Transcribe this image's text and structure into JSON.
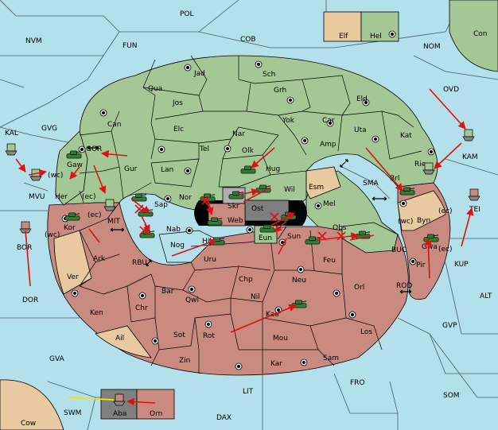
{
  "colors": {
    "sea": "#b3e0eb",
    "green_power": "#a3c895",
    "red_power": "#c98a80",
    "neutral": "#e8c9a0",
    "order_arrow": "#dd1111",
    "support_arrow": "#f2e600",
    "army": "#2e7d32"
  },
  "seas": {
    "pol": "POL",
    "nvm": "NVM",
    "fun": "FUN",
    "cob": "COB",
    "nom": "NOM",
    "con": "Con",
    "ovd": "OVD",
    "kal": "KAL",
    "gvg": "GVG",
    "mvu": "MVU",
    "kam": "KAM",
    "sma": "SMA",
    "mit": "MIT",
    "gor": "GOR",
    "bor": "BOR",
    "kup": "KUP",
    "tei": "TEI",
    "buc": "BUC",
    "rod": "ROD",
    "alt": "ALT",
    "dor": "DOR",
    "rbu": "RBU",
    "gvp": "GVP",
    "gva": "GVA",
    "fro": "FRO",
    "som": "SOM",
    "lit": "LIT",
    "swm": "SWM",
    "dax": "DAX",
    "cow": "Cow"
  },
  "provinces": {
    "elf": "Elf",
    "hel": "Hel",
    "jad": "Jad",
    "sch": "Sch",
    "qua": "Qua",
    "jos": "Jos",
    "grh": "Grh",
    "eld": "Eld",
    "can": "Can",
    "elc": "Elc",
    "nar": "Nar",
    "yok": "Yok",
    "car": "Car",
    "uta": "Uta",
    "kat": "Kat",
    "tel": "Tel",
    "olk": "Olk",
    "amp": "Amp",
    "gaw": "Gaw",
    "gur": "Gur",
    "lan": "Lan",
    "hug": "Hug",
    "brl": "Brl",
    "rie": "Rie",
    "nor": "Nor",
    "skr": "Skr",
    "wil": "Wil",
    "esm": "Esm",
    "her": "Her",
    "sap": "Sap",
    "ost": "Ost",
    "mel": "Mel",
    "byn": "Byn",
    "web": "Web",
    "kor": "Kor",
    "nab": "Nab",
    "eun": "Eun",
    "sun": "Sun",
    "obs": "Obs",
    "nog": "Nog",
    "hil": "Hil",
    "ark": "Ark",
    "uru": "Uru",
    "feu": "Feu",
    "gwa": "Gwa",
    "pir": "Pir",
    "ver": "Ver",
    "chp": "Chp",
    "neu": "Neu",
    "orl": "Orl",
    "bar": "Bar",
    "qwi": "Qwi",
    "nil": "Nil",
    "ken": "Ken",
    "chr": "Chr",
    "kaa": "Kaa",
    "sot": "Sot",
    "rot": "Rot",
    "mou": "Mou",
    "los": "Los",
    "ail": "Ail",
    "sam": "Sam",
    "zin": "Zin",
    "kar": "Kar",
    "aba": "Aba",
    "orn": "Orn"
  },
  "coast_tags": {
    "gaw_wc": "(wc)",
    "her_ec": "(ec)",
    "kor_ec": "(ec)",
    "kor_wc": "(wc)",
    "byn_ec": "(ec)",
    "byn_wc": "(wc)",
    "gwa_ec": "(ec)"
  }
}
